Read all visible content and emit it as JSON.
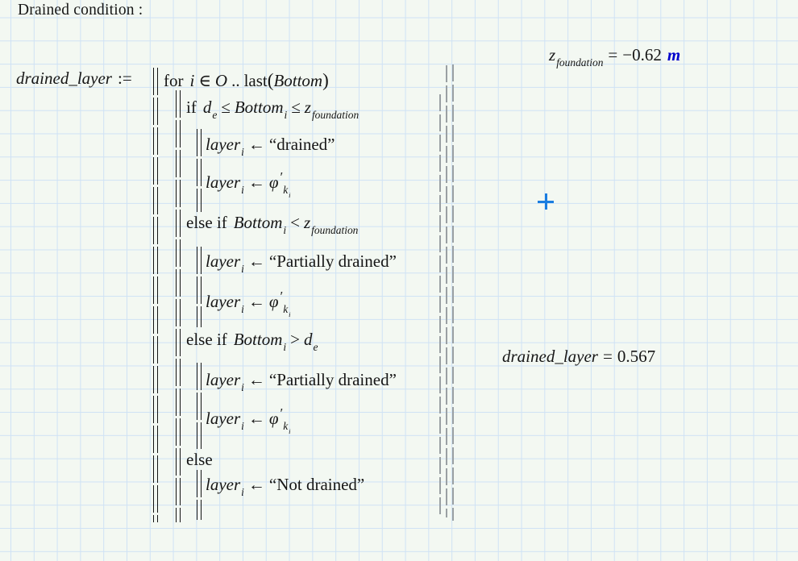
{
  "title": "Drained condition :",
  "colors": {
    "background": "#f3f8f2",
    "grid_line": "#cfe2f5",
    "text": "#161616",
    "unit": "#0000cc",
    "cursor": "#1a7de0"
  },
  "definition": {
    "lhs": "drained_layer",
    "assign_op": ":=",
    "program": {
      "lines": [
        {
          "indent": 1,
          "tokens": [
            {
              "t": "for",
              "s": "kw"
            },
            {
              "t": "i",
              "s": "var"
            },
            {
              "t": "∈",
              "s": "op"
            },
            {
              "t": "O",
              "s": "var"
            },
            {
              "t": "..",
              "s": "op"
            },
            {
              "t": "last",
              "s": "fn"
            },
            {
              "t": "(",
              "s": "brkt"
            },
            {
              "t": "Bottom",
              "s": "var"
            },
            {
              "t": ")",
              "s": "brkt"
            }
          ]
        },
        {
          "indent": 2,
          "tokens": [
            {
              "t": "if",
              "s": "kw"
            },
            {
              "t": "d",
              "s": "var",
              "sub": {
                "t": "e",
                "s": "var"
              }
            },
            {
              "t": "≤",
              "s": "op"
            },
            {
              "t": "Bottom",
              "s": "var",
              "sub": {
                "t": "i",
                "s": "var"
              }
            },
            {
              "t": "≤",
              "s": "op"
            },
            {
              "t": "z",
              "s": "var",
              "sub": {
                "t": "foundation",
                "s": "var"
              }
            }
          ]
        },
        {
          "indent": 3,
          "tokens": [
            {
              "t": "layer",
              "s": "var",
              "sub": {
                "t": "i",
                "s": "var"
              }
            },
            {
              "t": "←",
              "s": "op"
            },
            {
              "t": "“drained”",
              "s": "str"
            }
          ]
        },
        {
          "indent": 3,
          "tokens": [
            {
              "t": "layer",
              "s": "var",
              "sub": {
                "t": "i",
                "s": "var"
              }
            },
            {
              "t": "←",
              "s": "op"
            },
            {
              "t": "φ",
              "s": "var",
              "prime": "′",
              "sub": {
                "t": "k",
                "s": "var",
                "sub": {
                  "t": "i",
                  "s": "var"
                }
              }
            }
          ]
        },
        {
          "indent": 2,
          "tokens": [
            {
              "t": "else if",
              "s": "kw"
            },
            {
              "t": "Bottom",
              "s": "var",
              "sub": {
                "t": "i",
                "s": "var"
              }
            },
            {
              "t": "<",
              "s": "op"
            },
            {
              "t": "z",
              "s": "var",
              "sub": {
                "t": "foundation",
                "s": "var"
              }
            }
          ]
        },
        {
          "indent": 3,
          "tokens": [
            {
              "t": "layer",
              "s": "var",
              "sub": {
                "t": "i",
                "s": "var"
              }
            },
            {
              "t": "←",
              "s": "op"
            },
            {
              "t": "“Partially drained”",
              "s": "str"
            }
          ]
        },
        {
          "indent": 3,
          "tokens": [
            {
              "t": "layer",
              "s": "var",
              "sub": {
                "t": "i",
                "s": "var"
              }
            },
            {
              "t": "←",
              "s": "op"
            },
            {
              "t": "φ",
              "s": "var",
              "prime": "′",
              "sub": {
                "t": "k",
                "s": "var",
                "sub": {
                  "t": "i",
                  "s": "var"
                }
              }
            }
          ]
        },
        {
          "indent": 2,
          "tokens": [
            {
              "t": "else if",
              "s": "kw"
            },
            {
              "t": "Bottom",
              "s": "var",
              "sub": {
                "t": "i",
                "s": "var"
              }
            },
            {
              "t": ">",
              "s": "op"
            },
            {
              "t": "d",
              "s": "var",
              "sub": {
                "t": "e",
                "s": "var"
              }
            }
          ]
        },
        {
          "indent": 3,
          "tokens": [
            {
              "t": "layer",
              "s": "var",
              "sub": {
                "t": "i",
                "s": "var"
              }
            },
            {
              "t": "←",
              "s": "op"
            },
            {
              "t": "“Partially drained”",
              "s": "str"
            }
          ]
        },
        {
          "indent": 3,
          "tokens": [
            {
              "t": "layer",
              "s": "var",
              "sub": {
                "t": "i",
                "s": "var"
              }
            },
            {
              "t": "←",
              "s": "op"
            },
            {
              "t": "φ",
              "s": "var",
              "prime": "′",
              "sub": {
                "t": "k",
                "s": "var",
                "sub": {
                  "t": "i",
                  "s": "var"
                }
              }
            }
          ]
        },
        {
          "indent": 2,
          "tokens": [
            {
              "t": "else",
              "s": "kw"
            }
          ]
        },
        {
          "indent": 3,
          "tokens": [
            {
              "t": "layer",
              "s": "var",
              "sub": {
                "t": "i",
                "s": "var"
              }
            },
            {
              "t": "←",
              "s": "op"
            },
            {
              "t": "“Not drained”",
              "s": "str"
            }
          ]
        }
      ]
    }
  },
  "results": {
    "z_foundation": {
      "variable": "z",
      "subscript": "foundation",
      "equals": "=",
      "value": "−0.62",
      "unit": "m"
    },
    "drained_layer": {
      "variable": "drained_layer",
      "equals": "=",
      "value": "0.567"
    }
  }
}
